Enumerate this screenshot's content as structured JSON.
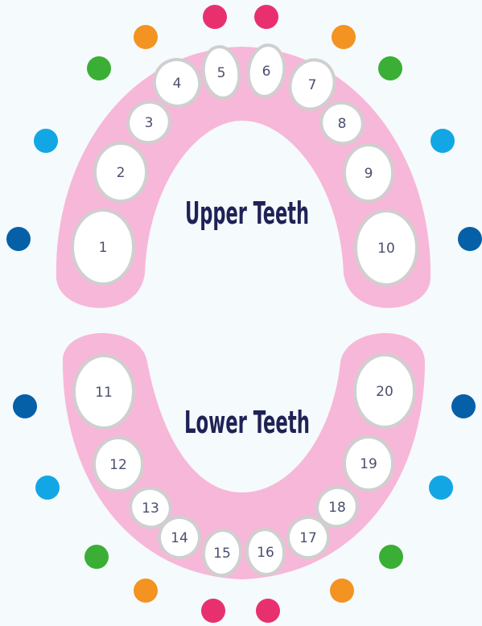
{
  "colors": {
    "background": "#f5fafc",
    "gum": "#f7b7d8",
    "tooth_fill": "#ffffff",
    "tooth_outline": "#cfcfcf",
    "tooth_number": "#4a4f6e",
    "title": "#1f2256",
    "dot_magenta": "#e8306f",
    "dot_orange": "#f39321",
    "dot_green": "#3aae35",
    "dot_cyan": "#12a7e4",
    "dot_navy": "#0560a8"
  },
  "upper": {
    "title": "Upper Teeth",
    "teeth": [
      "1",
      "2",
      "3",
      "4",
      "5",
      "6",
      "7",
      "8",
      "9",
      "10"
    ]
  },
  "lower": {
    "title": "Lower Teeth",
    "teeth": [
      "11",
      "12",
      "13",
      "14",
      "15",
      "16",
      "17",
      "18",
      "19",
      "20"
    ]
  },
  "dot_colors": [
    "magenta",
    "orange",
    "green",
    "cyan",
    "navy"
  ]
}
